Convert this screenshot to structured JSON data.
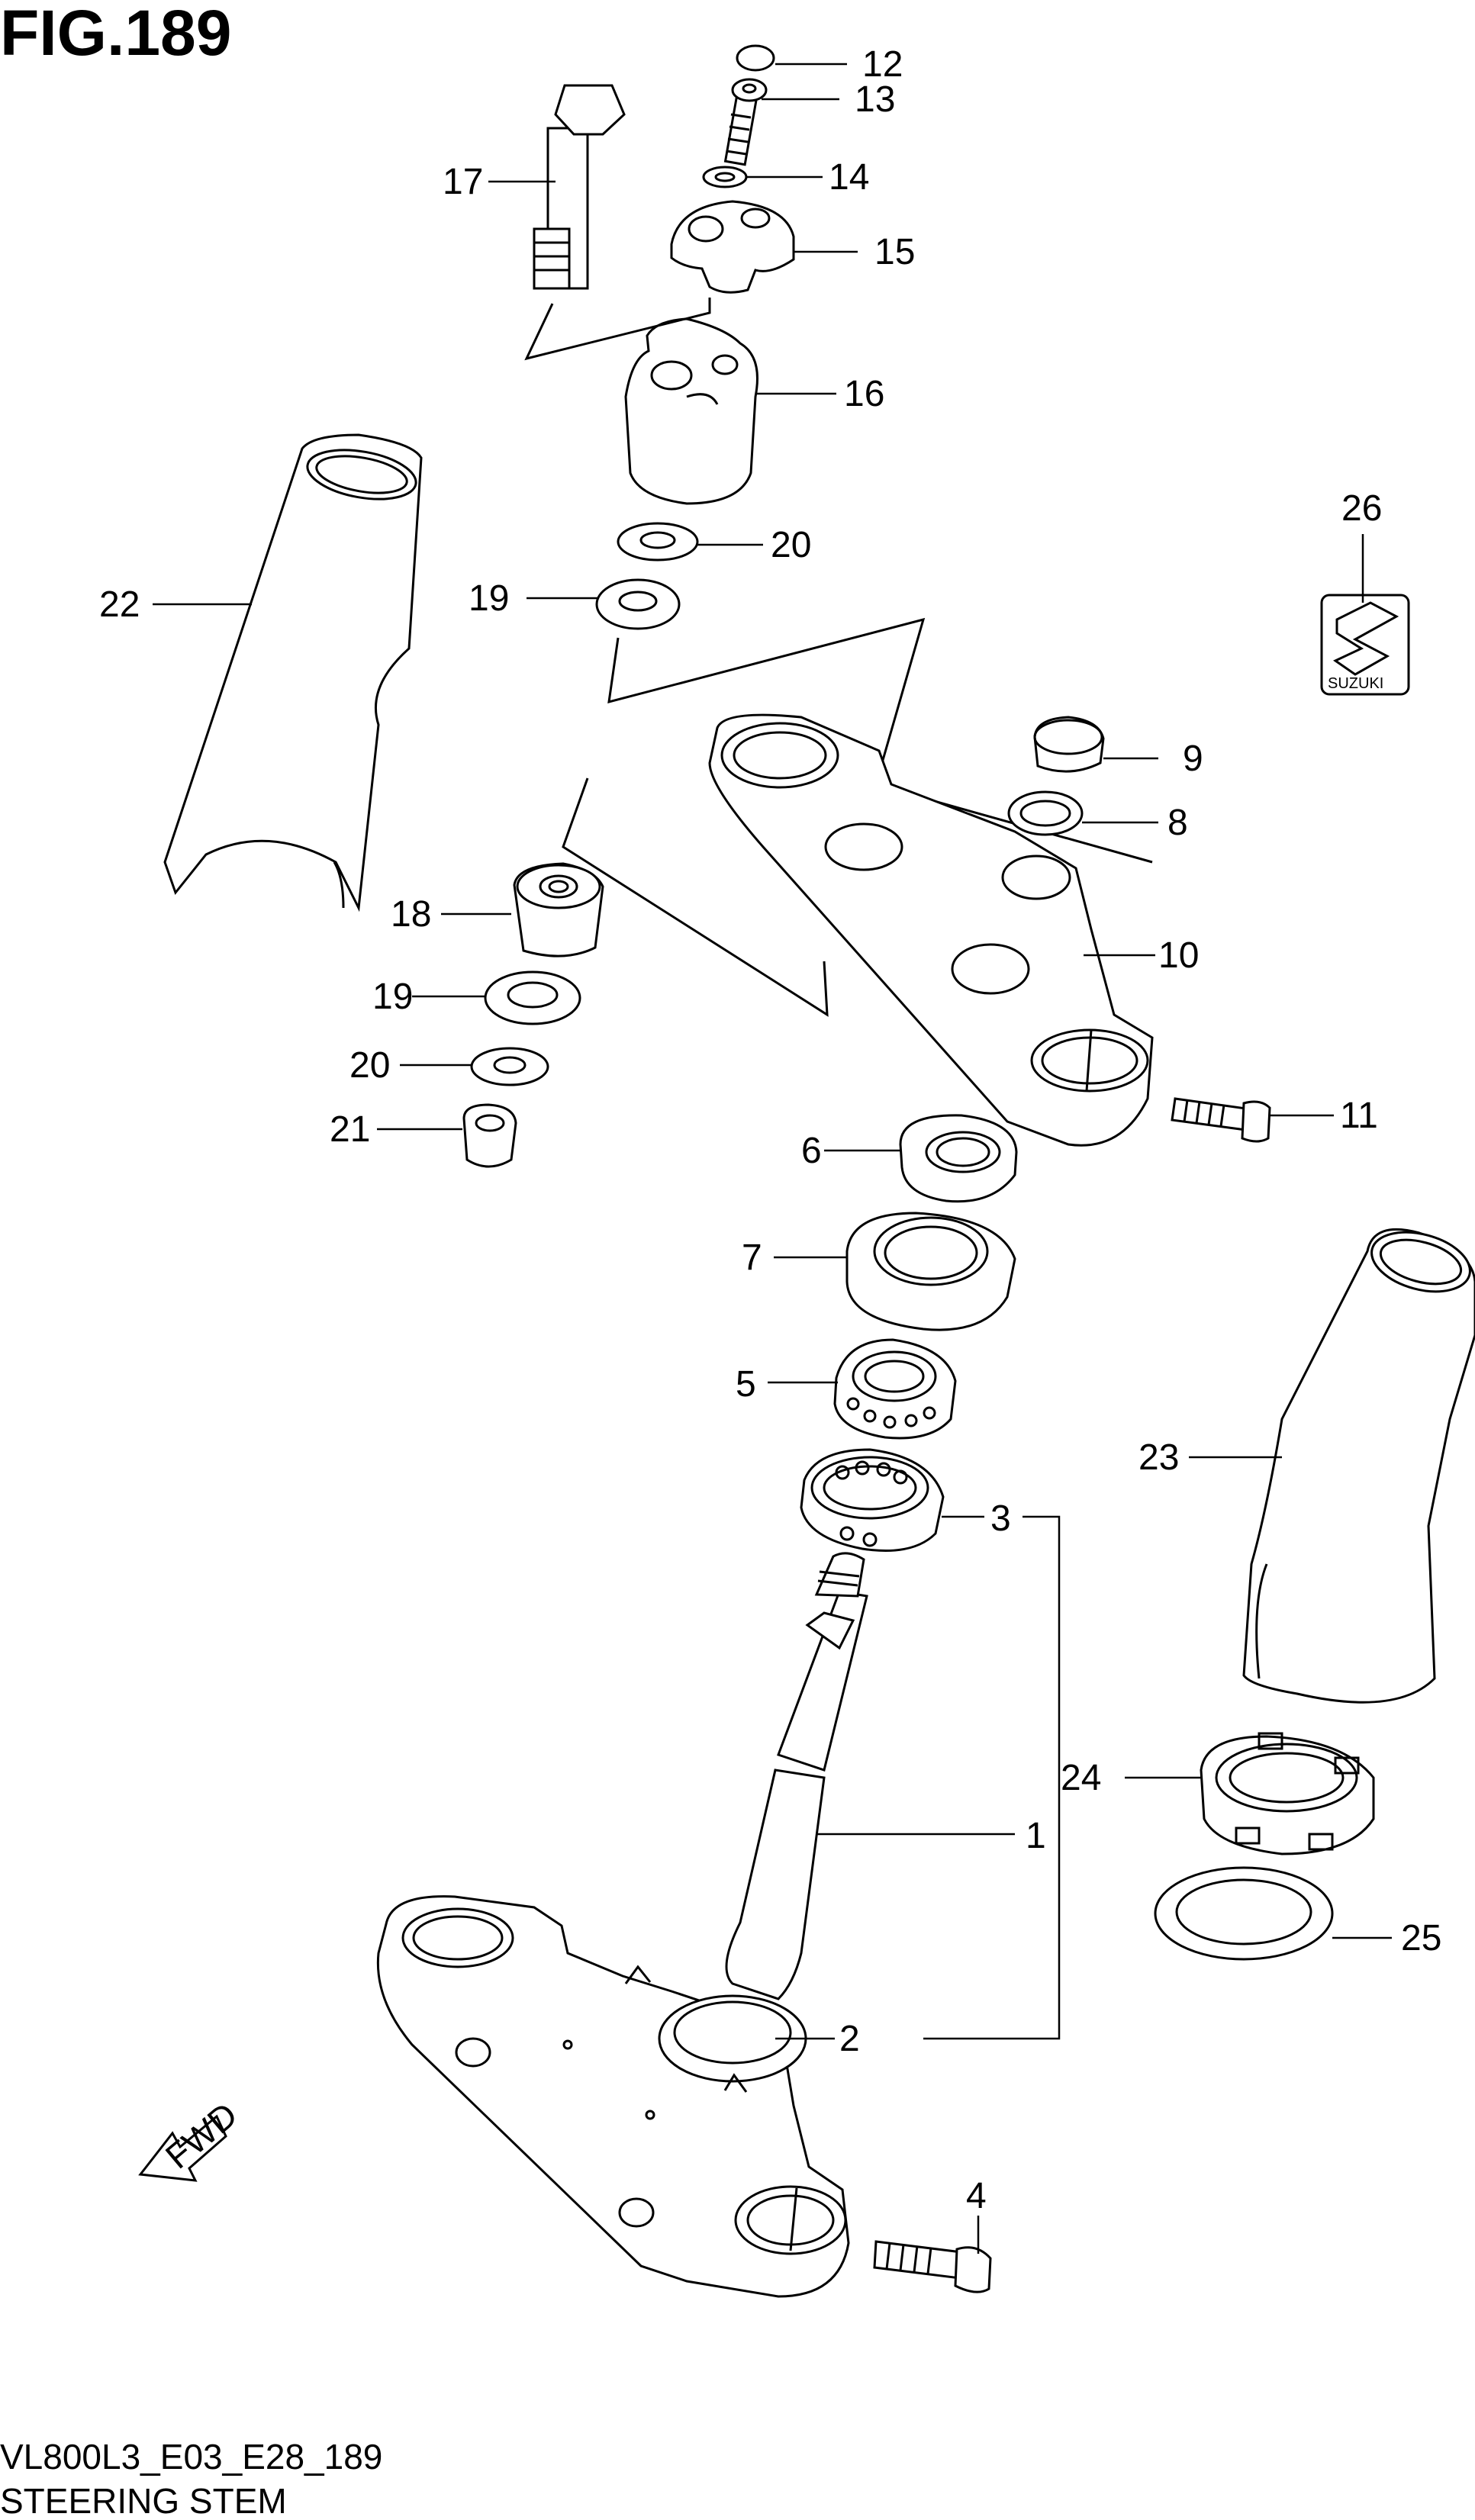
{
  "figure": {
    "title": "FIG.189",
    "model_code": "VL800L3_E03_E28_189",
    "caption": "STEERING STEM"
  },
  "fwd_label": "FWD",
  "logo_text": "SUZUKI",
  "callouts": {
    "p1": "1",
    "p2": "2",
    "p3": "3",
    "p4": "4",
    "p5": "5",
    "p6": "6",
    "p7": "7",
    "p8": "8",
    "p9": "9",
    "p10": "10",
    "p11": "11",
    "p12": "12",
    "p13": "13",
    "p14": "14",
    "p15": "15",
    "p16": "16",
    "p17": "17",
    "p18": "18",
    "p19a": "19",
    "p19b": "19",
    "p20a": "20",
    "p20b": "20",
    "p21": "21",
    "p22": "22",
    "p23": "23",
    "p24": "24",
    "p25": "25",
    "p26": "26"
  }
}
